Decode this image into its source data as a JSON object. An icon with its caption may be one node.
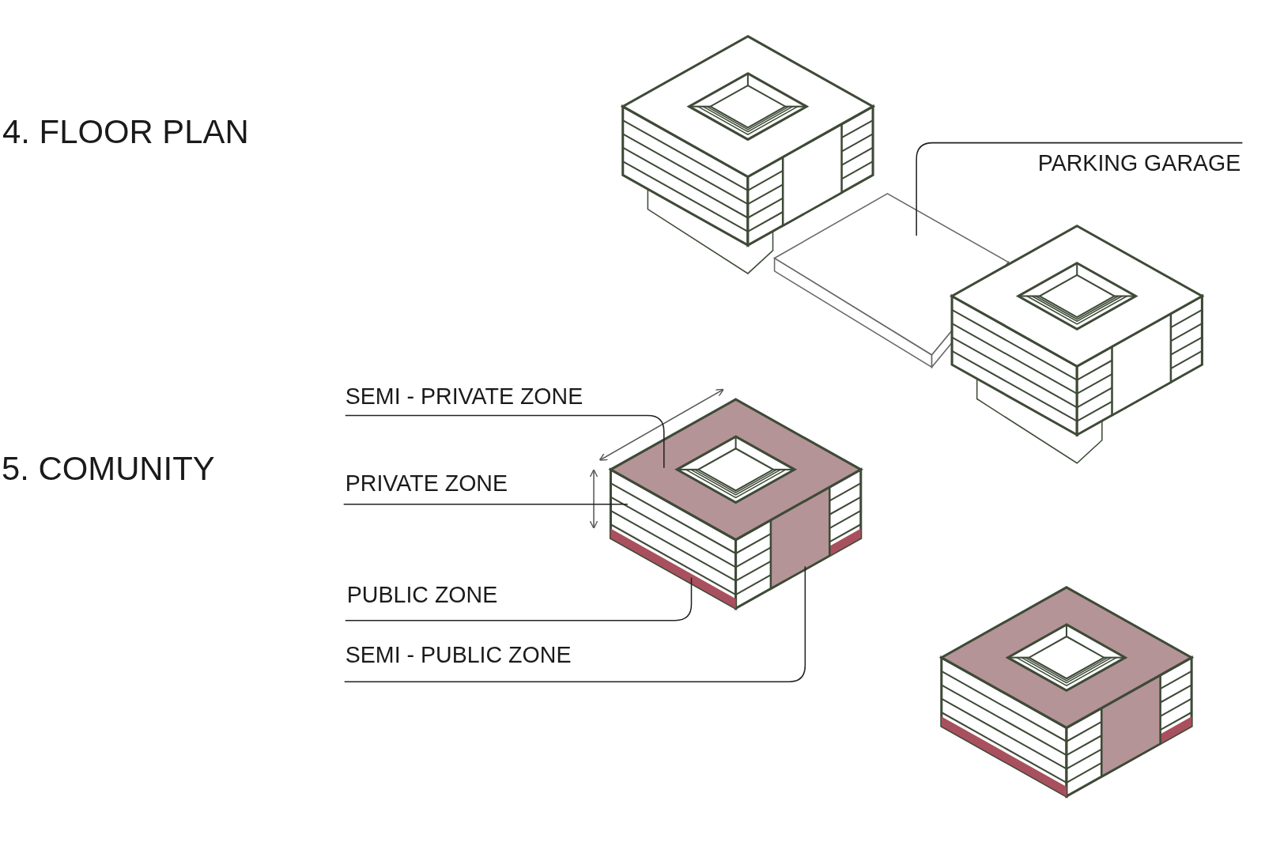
{
  "diagram": {
    "nodes": [
      {
        "text": [
          "PARKING GARAGE"
        ]
      },
      {
        "text": [],
        "shape": "box"
      },
      {
        "text": [
          "SEMI - PRIVATE ZONE"
        ]
      },
      {
        "text": [
          "PRIVATE ZONE"
        ]
      },
      {
        "text": [
          "PUBLIC ZONE"
        ]
      },
      {
        "text": [
          "SEMI - PUBLIC ZONE"
        ]
      }
    ],
    "edges": [
      {
        "from": 0,
        "to": 1,
        "arrow": "none"
      },
      {
        "from": 2,
        "to": null,
        "arrow": "none"
      },
      {
        "from": 3,
        "to": null,
        "arrow": "none"
      },
      {
        "from": 4,
        "to": null,
        "arrow": "none"
      },
      {
        "from": 5,
        "to": null,
        "arrow": "none"
      }
    ],
    "labels": [
      "4. FLOOR PLAN",
      "5. COMUNITY"
    ]
  }
}
